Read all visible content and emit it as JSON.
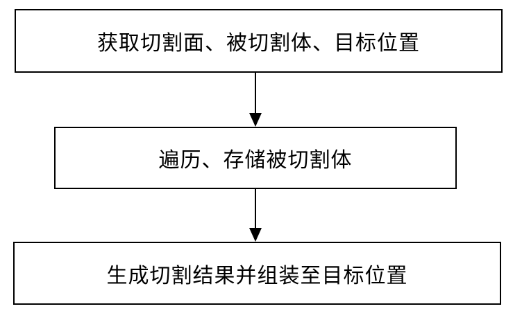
{
  "flowchart": {
    "steps": [
      {
        "text": "获取切割面、被切割体、目标位置"
      },
      {
        "text": "遍历、存储被切割体"
      },
      {
        "text": "生成切割结果并组装至目标位置"
      }
    ],
    "colors": {
      "stroke": "#000000",
      "background": "#ffffff"
    }
  }
}
